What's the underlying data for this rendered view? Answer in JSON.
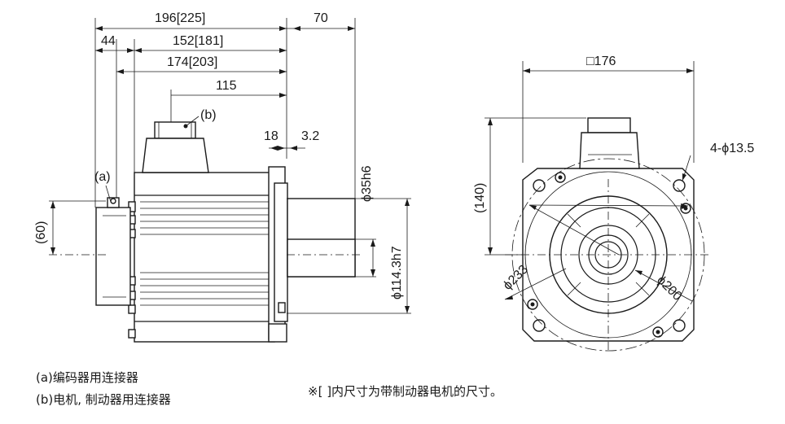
{
  "side_view": {
    "dim_total": "196[225]",
    "dim_shaft_len": "70",
    "dim_44": "44",
    "dim_152": "152[181]",
    "dim_174": "174[203]",
    "dim_115": "115",
    "dim_18": "18",
    "dim_3_2": "3.2",
    "dim_60": "(60)",
    "dim_shaft_dia": "ϕ35h6",
    "dim_pilot_dia": "ϕ114.3h7",
    "label_a": "(a)",
    "label_b": "(b)"
  },
  "front_view": {
    "dim_square": "□176",
    "dim_140": "(140)",
    "dim_holes": "4-ϕ13.5",
    "dim_233": "ϕ233",
    "dim_200": "ϕ200"
  },
  "notes": {
    "a": "(a)编码器用连接器",
    "b": "(b)电机, 制动器用连接器",
    "remark": "※[ ]内尺寸为带制动器电机的尺寸。"
  }
}
